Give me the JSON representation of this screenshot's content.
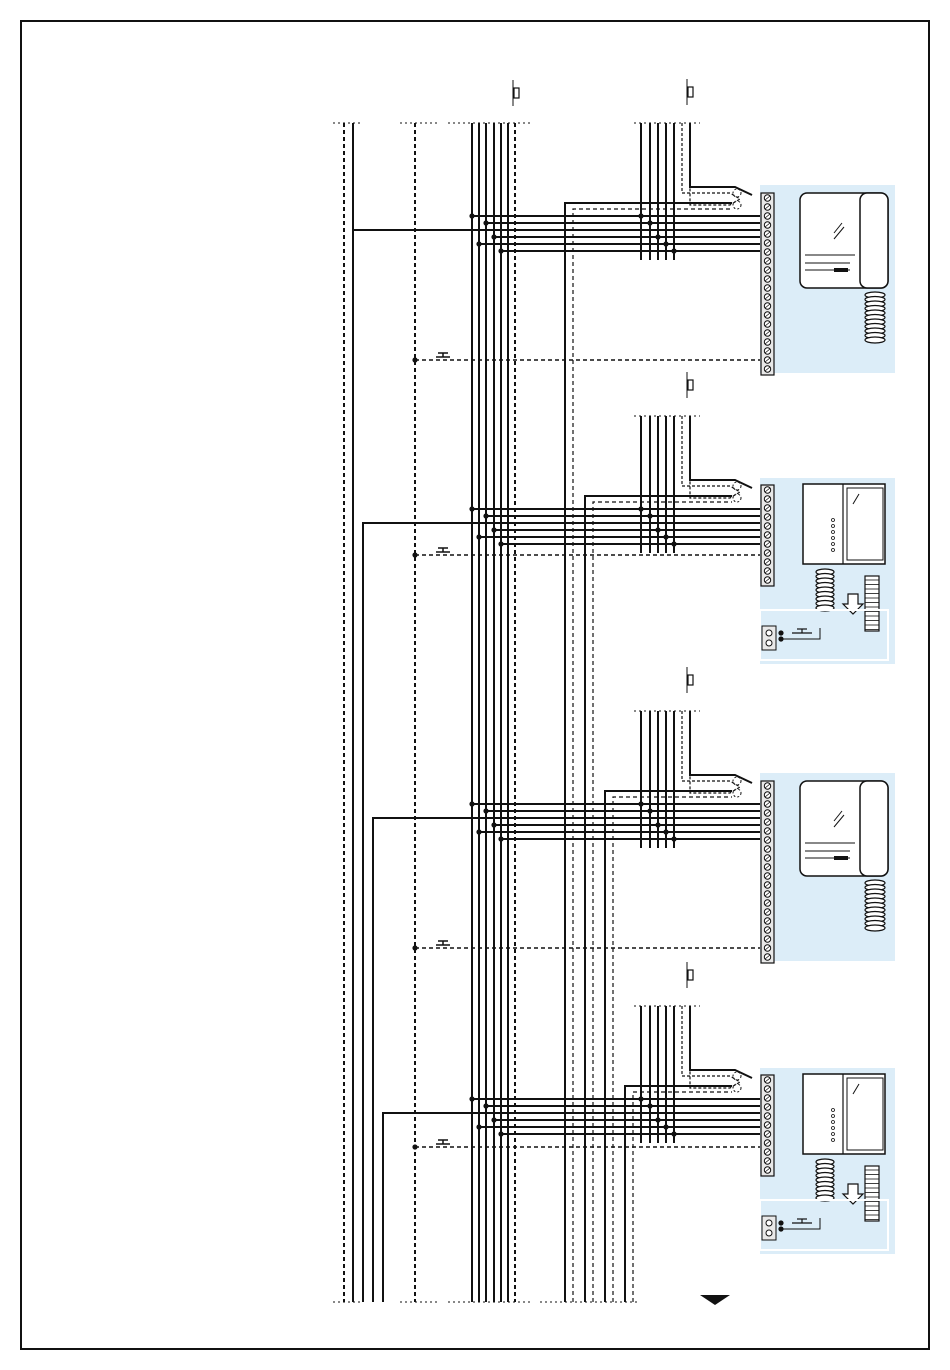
{
  "diagram": {
    "description_visible_text": "",
    "floors": [
      {
        "id": 1,
        "unit_type": "handset-intercom-wall-unit"
      },
      {
        "id": 2,
        "unit_type": "handsfree-intercom-unit-with-bus-connector"
      },
      {
        "id": 3,
        "unit_type": "handset-intercom-wall-unit"
      },
      {
        "id": 4,
        "unit_type": "handsfree-intercom-unit-with-bus-connector"
      }
    ],
    "colors": {
      "line": "#111111",
      "panel": "#dcedf8",
      "frame": "#111111"
    },
    "icons": [
      "lock-icon",
      "doorbell-button-icon",
      "down-arrow-icon",
      "terminal-block-icon",
      "connector-strip-icon"
    ]
  }
}
